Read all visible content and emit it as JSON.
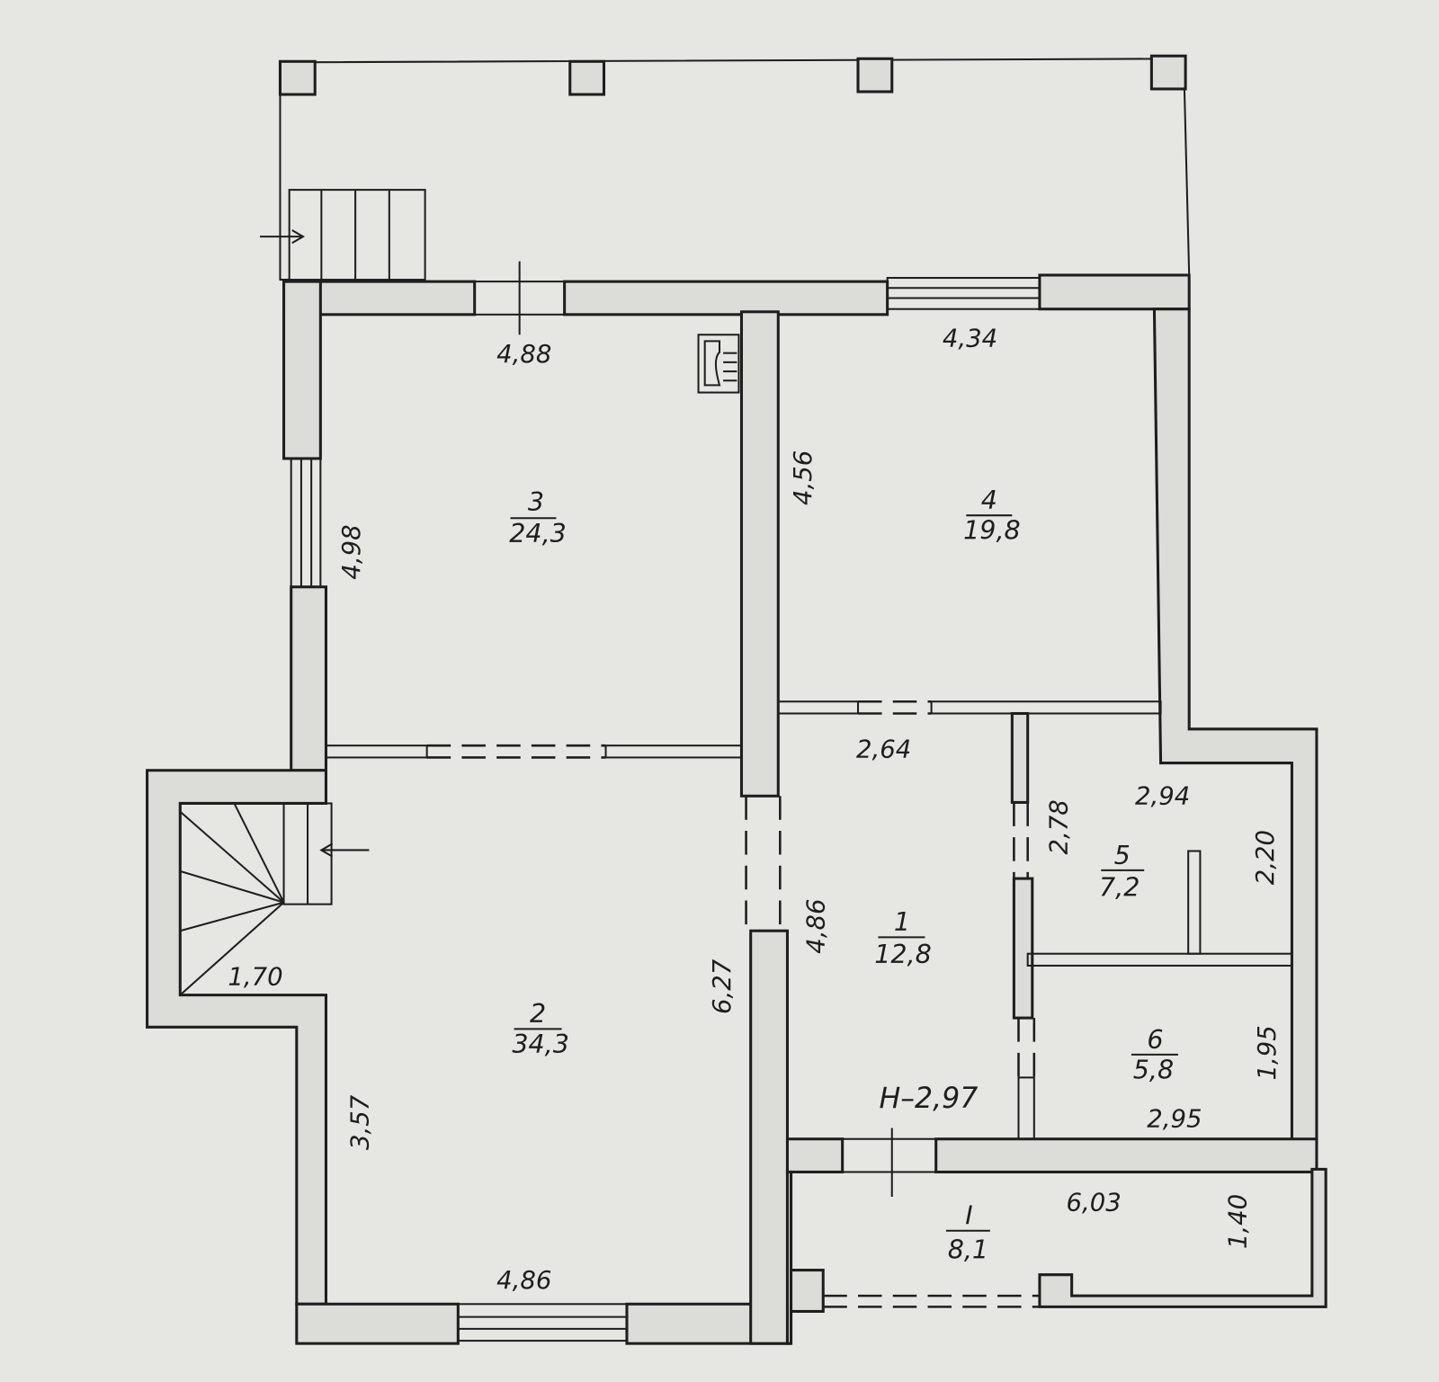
{
  "rooms": [
    {
      "number": "3",
      "area": "24,3"
    },
    {
      "number": "4",
      "area": "19,8"
    },
    {
      "number": "2",
      "area": "34,3"
    },
    {
      "number": "1",
      "area": "12,8"
    },
    {
      "number": "5",
      "area": "7,2"
    },
    {
      "number": "6",
      "area": "5,8"
    },
    {
      "number": "I",
      "area": "8,1"
    }
  ],
  "dimensions": {
    "room3_width": "4,88",
    "room3_height": "4,98",
    "room4_width": "4,34",
    "room4_height": "4,56",
    "room1_width": "2,64",
    "room1_height": "4,86",
    "room5_width": "2,94",
    "room5_height_left": "2,78",
    "room5_height_right": "2,20",
    "room6_width": "2,95",
    "room6_height": "1,95",
    "room2_height_right": "6,27",
    "room2_height_left": "3,57",
    "room2_width": "4,86",
    "stair_width": "1,70",
    "roomI_width": "6,03",
    "roomI_height": "1,40"
  },
  "ceiling_height": "H–2,97"
}
